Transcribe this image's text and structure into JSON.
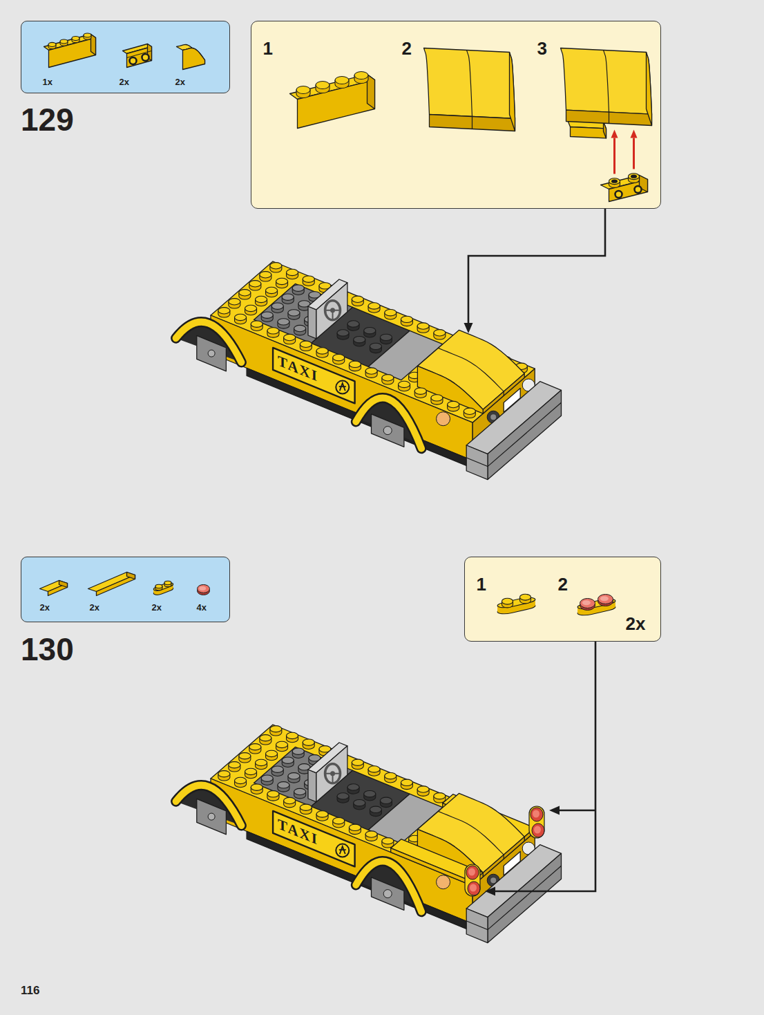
{
  "diagram": {
    "nodes": [
      {
        "text": [
          "1x",
          "2x",
          "2x"
        ]
      },
      {
        "text": [
          "1",
          "2",
          "3"
        ]
      },
      {
        "text": [
          "2x",
          "2x",
          "2x",
          "4x"
        ]
      },
      {
        "text": [
          "1",
          "2",
          "2x"
        ]
      }
    ],
    "labels": [
      "129",
      "TAXI",
      "130",
      "TAXI",
      "116"
    ]
  }
}
